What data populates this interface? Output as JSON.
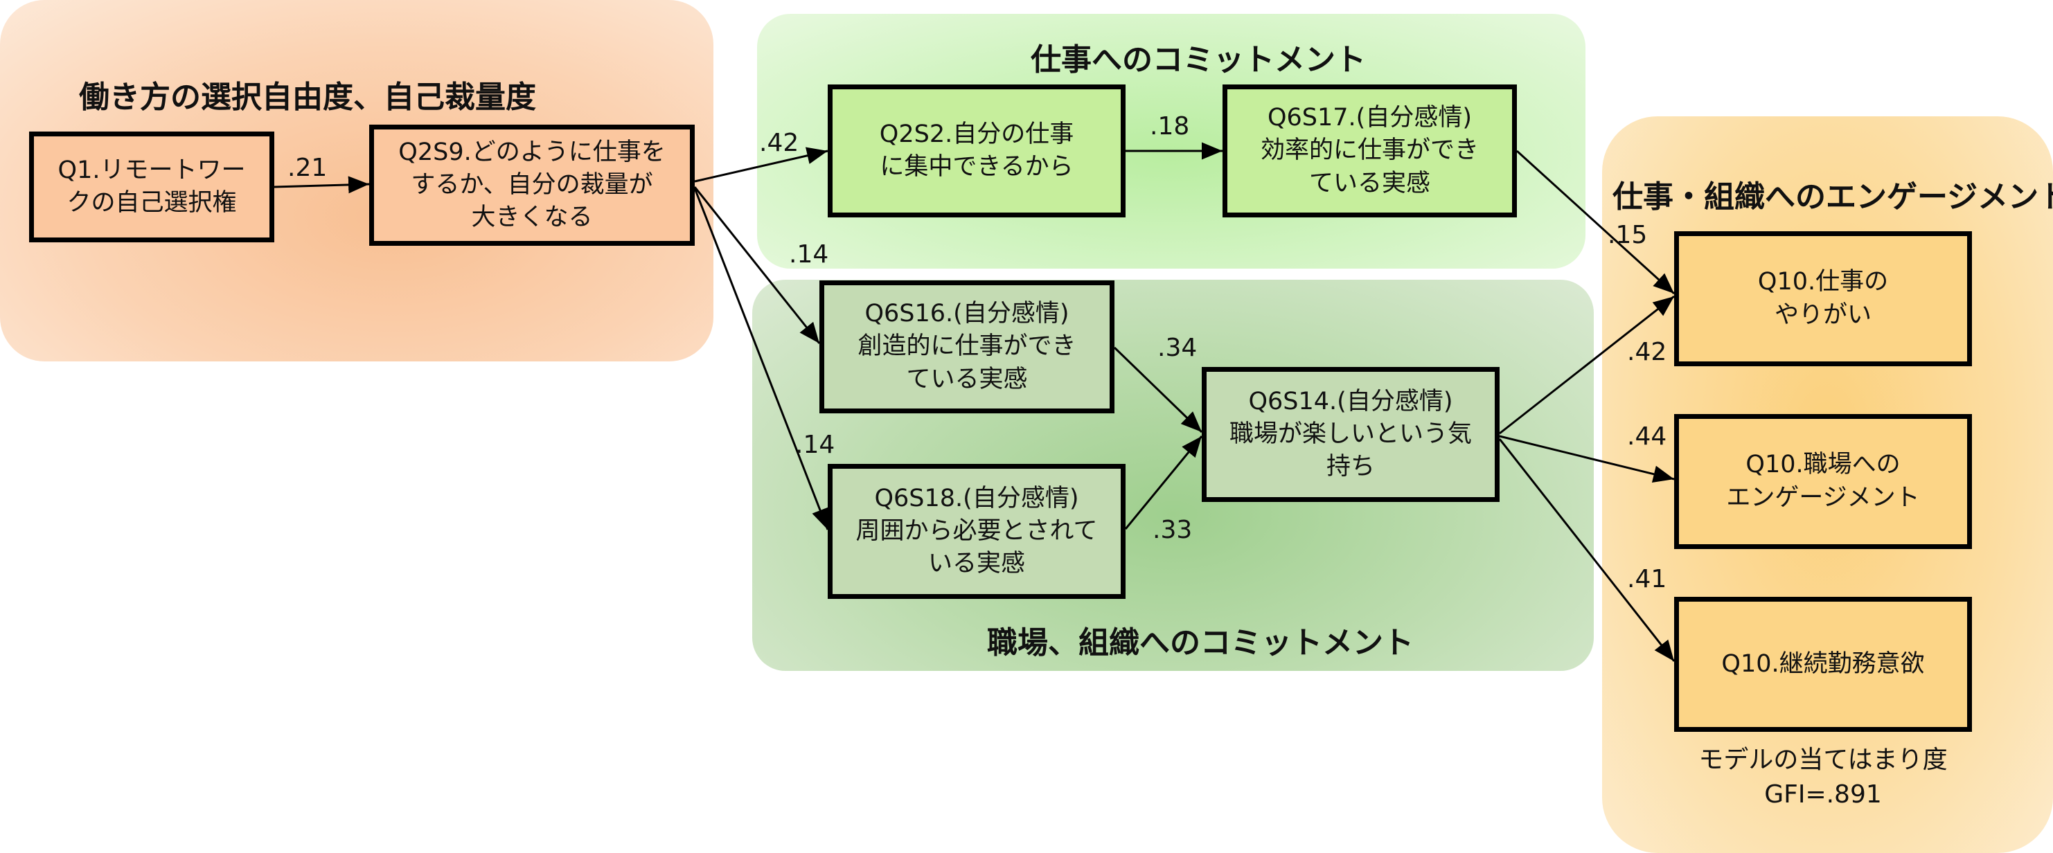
{
  "regions": {
    "style": "働き方の選択自由度、自己裁量度",
    "work": "仕事へのコミットメント",
    "org": "職場、組織へのコミットメント",
    "engage": "仕事・組織へのエンゲージメント"
  },
  "nodes": {
    "q1": "Q1.リモートワー\nクの自己選択権",
    "q2s9": "Q2S9.どのように仕事を\nするか、自分の裁量が\n大きくなる",
    "q2s2": "Q2S2.自分の仕事\nに集中できるから",
    "q6s17": "Q6S17.(自分感情)\n効率的に仕事ができ\nている実感",
    "q6s16": "Q6S16.(自分感情)\n創造的に仕事ができ\nている実感",
    "q6s18": "Q6S18.(自分感情)\n周囲から必要とされて\nいる実感",
    "q6s14": "Q6S14.(自分感情)\n職場が楽しいという気\n持ち",
    "q10a": "Q10.仕事の\nやりがい",
    "q10b": "Q10.職場への\nエンゲージメント",
    "q10c": "Q10.継続勤務意欲"
  },
  "coefficients": {
    "q1_q2s9": ".21",
    "q2s9_q2s2": ".42",
    "q2s9_q6s16": ".14",
    "q2s9_q6s18": ".14",
    "q2s2_q6s17": ".18",
    "q6s16_q6s14": ".34",
    "q6s18_q6s14": ".33",
    "q6s17_q10a": ".15",
    "q6s14_q10a": ".42",
    "q6s14_q10b": ".44",
    "q6s14_q10c": ".41"
  },
  "fit": {
    "label": "モデルの当てはまり度",
    "value": "GFI=.891"
  }
}
